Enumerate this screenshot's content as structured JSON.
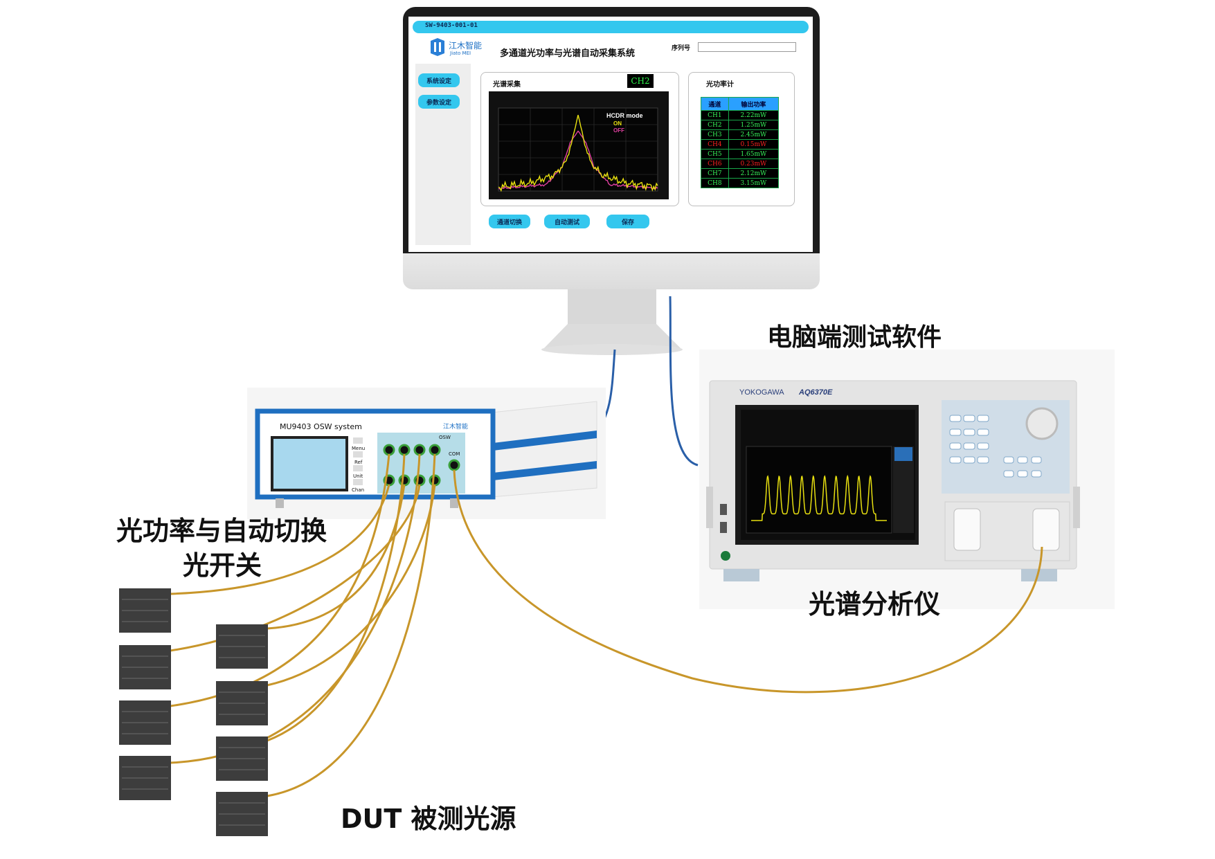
{
  "labels": {
    "pc_software": "电脑端测试软件",
    "power_switch_line1": "光功率与自动切换",
    "power_switch_line2": "光开关",
    "osa": "光谱分析仪",
    "dut": "DUT 被测光源"
  },
  "software": {
    "version_id": "SW-9403-001-01",
    "logo_name": "江木智能",
    "logo_sub": "Jiato MEI",
    "app_title": "多通道光功率与光谱自动采集系统",
    "serial_label": "序列号",
    "serial_value": "",
    "side_buttons": [
      "系统设定",
      "参数设定"
    ],
    "spectrum_panel_title": "光谱采集",
    "channel_badge": "CH2",
    "hcdr_legend": {
      "title": "HCDR mode",
      "on": "ON",
      "off": "OFF"
    },
    "power_panel_title": "光功率计",
    "power_table": {
      "headers": [
        "通道",
        "输出功率"
      ],
      "rows": [
        {
          "ch": "CH1",
          "power": "2.22mW",
          "alert": false
        },
        {
          "ch": "CH2",
          "power": "1.25mW",
          "alert": false
        },
        {
          "ch": "CH3",
          "power": "2.45mW",
          "alert": false
        },
        {
          "ch": "CH4",
          "power": "0.15mW",
          "alert": true
        },
        {
          "ch": "CH5",
          "power": "1.65mW",
          "alert": false
        },
        {
          "ch": "CH6",
          "power": "0.23mW",
          "alert": true
        },
        {
          "ch": "CH7",
          "power": "2.12mW",
          "alert": false
        },
        {
          "ch": "CH8",
          "power": "3.15mW",
          "alert": false
        }
      ]
    },
    "bottom_buttons": [
      "通道切换",
      "自动测试",
      "保存"
    ]
  },
  "osw_device": {
    "model_label": "MU9403 OSW system",
    "logo_name": "江木智能",
    "menu_labels": [
      "Menu",
      "Ref",
      "Unit",
      "Chan"
    ],
    "port_group_label": "OSW",
    "com_label": "COM"
  },
  "osa_device": {
    "brand": "YOKOGAWA",
    "model": "AQ6370E"
  },
  "colors": {
    "accent_cyan": "#34c7ee",
    "fiber": "#c8962a",
    "osw_blue": "#1f6fc0",
    "table_green": "#36f25a",
    "table_red": "#ff2020",
    "trace_yellow": "#e8e010",
    "trace_pink": "#e040a0"
  },
  "chart_data": [
    {
      "type": "line",
      "title": "",
      "xlabel": "",
      "ylabel": "",
      "series": [
        {
          "name": "ON",
          "x": [
            0,
            0.2,
            0.35,
            0.42,
            0.46,
            0.5,
            0.54,
            0.58,
            0.65,
            0.8,
            1.0
          ],
          "values": [
            0.05,
            0.1,
            0.2,
            0.35,
            0.6,
            0.95,
            0.6,
            0.35,
            0.2,
            0.1,
            0.05
          ]
        },
        {
          "name": "OFF",
          "x": [
            0,
            0.3,
            0.4,
            0.45,
            0.5,
            0.55,
            0.6,
            0.7,
            1.0
          ],
          "values": [
            0.03,
            0.08,
            0.3,
            0.6,
            0.75,
            0.6,
            0.3,
            0.08,
            0.03
          ]
        }
      ]
    },
    {
      "type": "line",
      "title": "",
      "peaks": 10
    }
  ]
}
